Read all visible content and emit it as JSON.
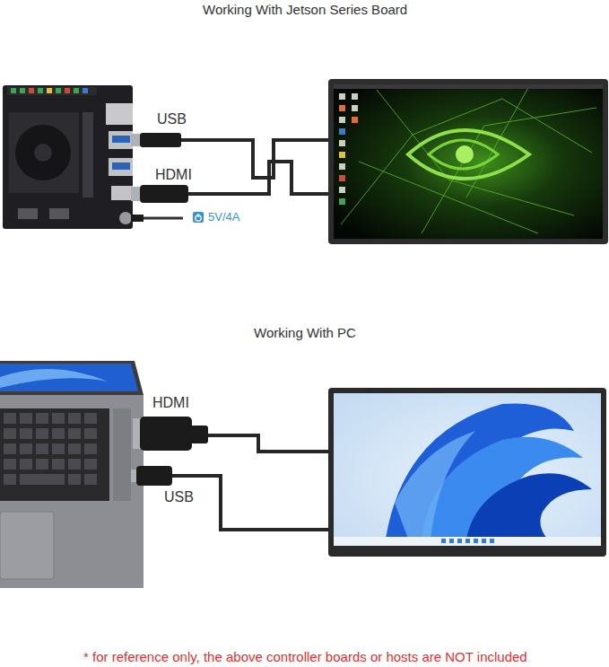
{
  "diagram": {
    "labels": [
      "Working With Jetson Series Board",
      "USB",
      "HDMI",
      "5V/4A",
      "Working With PC",
      "HDMI",
      "USB"
    ],
    "caption": "* for reference only, the above controller boards or hosts are NOT included"
  }
}
